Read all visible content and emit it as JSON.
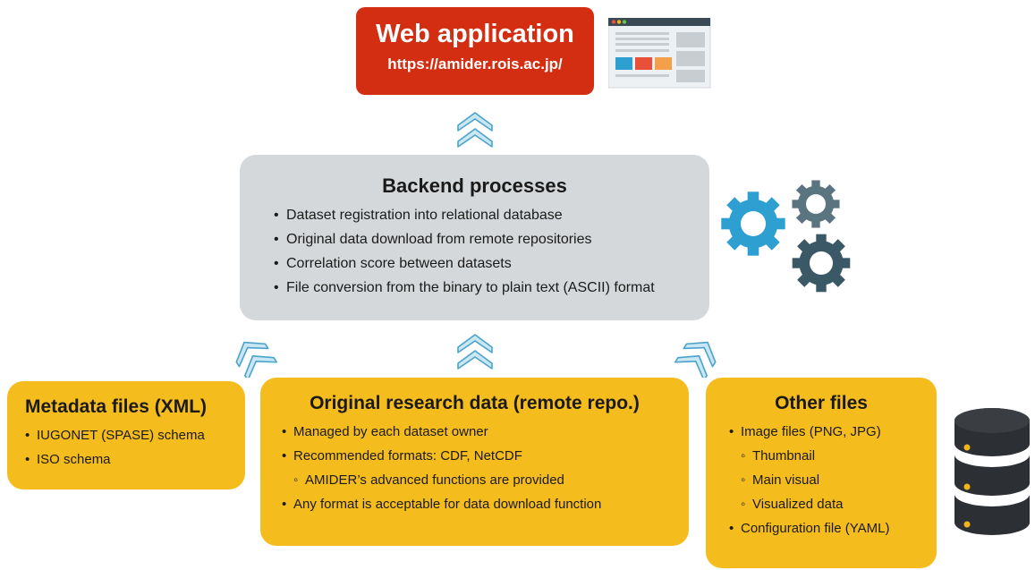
{
  "web": {
    "title": "Web application",
    "url": "https://amider.rois.ac.jp/"
  },
  "backend": {
    "title": "Backend processes",
    "items": [
      "Dataset registration into relational database",
      "Original data download from remote repositories",
      "Correlation score between datasets",
      "File conversion from the binary to plain text (ASCII) format"
    ]
  },
  "metadata": {
    "title": "Metadata files (XML)",
    "items": [
      "IUGONET (SPASE) schema",
      "ISO schema"
    ]
  },
  "original": {
    "title": "Original research data (remote repo.)",
    "items": [
      "Managed by each dataset owner",
      "Recommended formats: CDF, NetCDF",
      "AMIDER’s advanced functions are provided",
      "Any format is acceptable for data download function"
    ]
  },
  "other": {
    "title": "Other files",
    "items": [
      "Image files (PNG, JPG)",
      "Thumbnail",
      "Main visual",
      "Visualized data",
      "Configuration file (YAML)"
    ]
  },
  "colors": {
    "web": "#d42e12",
    "backend": "#d5d8da",
    "source": "#f5bc1e",
    "arrow_fill": "#c9e6f3",
    "arrow_stroke": "#4aa3cc",
    "gear_blue": "#2d9fd0",
    "gear_dark": "#3b5866"
  },
  "icons": [
    "browser-window-icon",
    "gears-icon",
    "database-icon",
    "up-chevron-arrow-icon"
  ]
}
